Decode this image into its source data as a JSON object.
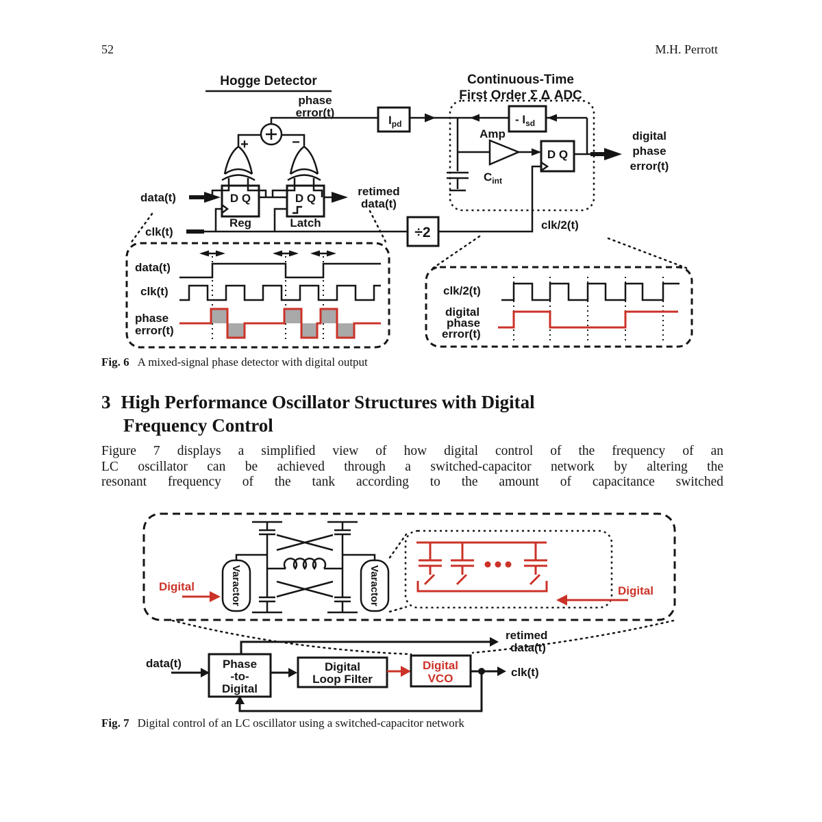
{
  "page": {
    "number": "52",
    "author": "M.H. Perrott"
  },
  "colors": {
    "red": "#cb3228",
    "gray": "#a9a9a9",
    "ink": "#151515"
  },
  "fig6": {
    "hogge_title": "Hogge Detector",
    "adc_title1": "Continuous-Time",
    "adc_title2": "First Order Σ Δ ADC",
    "phase1": "phase",
    "phase2": "error(t)",
    "plus": "+",
    "minus": "−",
    "ipd_main": "I",
    "ipd_sub": "pd",
    "isd_main": "- I",
    "isd_sub": "sd",
    "amp": "Amp",
    "cint_main": "C",
    "cint_sub": "int",
    "dq": "D Q",
    "reg": "Reg",
    "latch": "Latch",
    "data_label": "data(t)",
    "clk_label": "clk(t)",
    "retimed1": "retimed",
    "retimed2": "data(t)",
    "div2": "÷2",
    "clk2_label": "clk/2(t)",
    "out1": "digital",
    "out2": "phase",
    "out3": "error(t)",
    "panel_left": {
      "data": "data(t)",
      "clk": "clk(t)",
      "pe1": "phase",
      "pe2": "error(t)"
    },
    "panel_right": {
      "clk": "clk/2(t)",
      "l1": "digital",
      "l2": "phase",
      "l3": "error(t)"
    },
    "caption_label": "Fig. 6",
    "caption": "A mixed-signal phase detector with digital output"
  },
  "section": {
    "number": "3",
    "line1": "High Performance Oscillator Structures with Digital",
    "line2": "Frequency Control"
  },
  "paragraph": {
    "line1": "Figure 7 displays a simplified view of how digital control of the frequency of an",
    "line2": "LC oscillator can be achieved through a switched-capacitor network by altering the",
    "line3": "resonant frequency of the tank according to the amount of capacitance switched"
  },
  "fig7": {
    "digital_left": "Digital",
    "digital_right": "Digital",
    "varactor_left": "Varactor",
    "varactor_right": "Varactor",
    "data_label": "data(t)",
    "clk_label": "clk(t)",
    "retimed1": "retimed",
    "retimed2": "data(t)",
    "phase1": "Phase",
    "phase2": "-to-",
    "phase3": "Digital",
    "loop1": "Digital",
    "loop2": "Loop Filter",
    "vco1": "Digital",
    "vco2": "VCO",
    "caption_label": "Fig. 7",
    "caption": "Digital control of an LC oscillator using a switched-capacitor network"
  }
}
